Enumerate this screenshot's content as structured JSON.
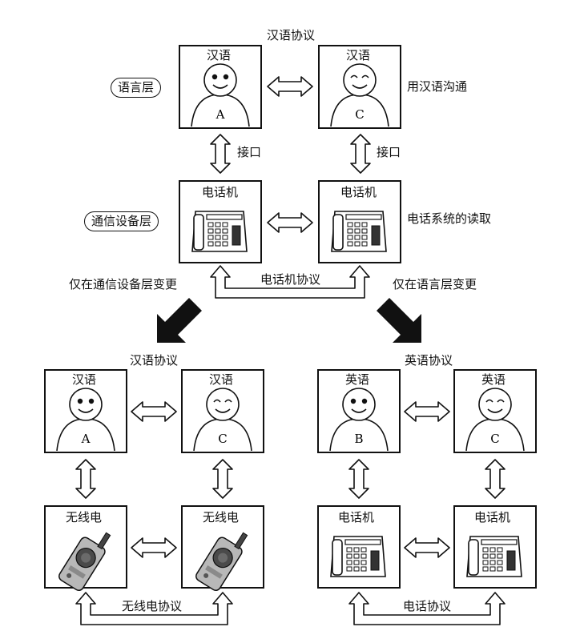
{
  "top": {
    "protocol_label": "汉语协议",
    "layer_language": "语言层",
    "layer_device": "通信设备层",
    "node_a_lang": "汉语",
    "node_a_letter": "A",
    "node_c_lang": "汉语",
    "node_c_letter": "C",
    "right_note_language": "用汉语沟通",
    "interface_left": "接口",
    "interface_right": "接口",
    "phone_left_label": "电话机",
    "phone_right_label": "电话机",
    "right_note_device": "电话系统的读取",
    "phone_protocol": "电话机协议",
    "change_left": "仅在通信设备层变更",
    "change_right": "仅在语言层变更"
  },
  "bottom_left": {
    "protocol_label": "汉语协议",
    "node_a_lang": "汉语",
    "node_a_letter": "A",
    "node_c_lang": "汉语",
    "node_c_letter": "C",
    "radio_left_label": "无线电",
    "radio_right_label": "无线电",
    "device_protocol": "无线电协议"
  },
  "bottom_right": {
    "protocol_label": "英语协议",
    "node_b_lang": "英语",
    "node_b_letter": "B",
    "node_c_lang": "英语",
    "node_c_letter": "C",
    "phone_left_label": "电话机",
    "phone_right_label": "电话机",
    "device_protocol": "电话协议"
  },
  "colors": {
    "line": "#111111",
    "radio_body": "#b8b8b8",
    "phone_body": "#ffffff"
  }
}
